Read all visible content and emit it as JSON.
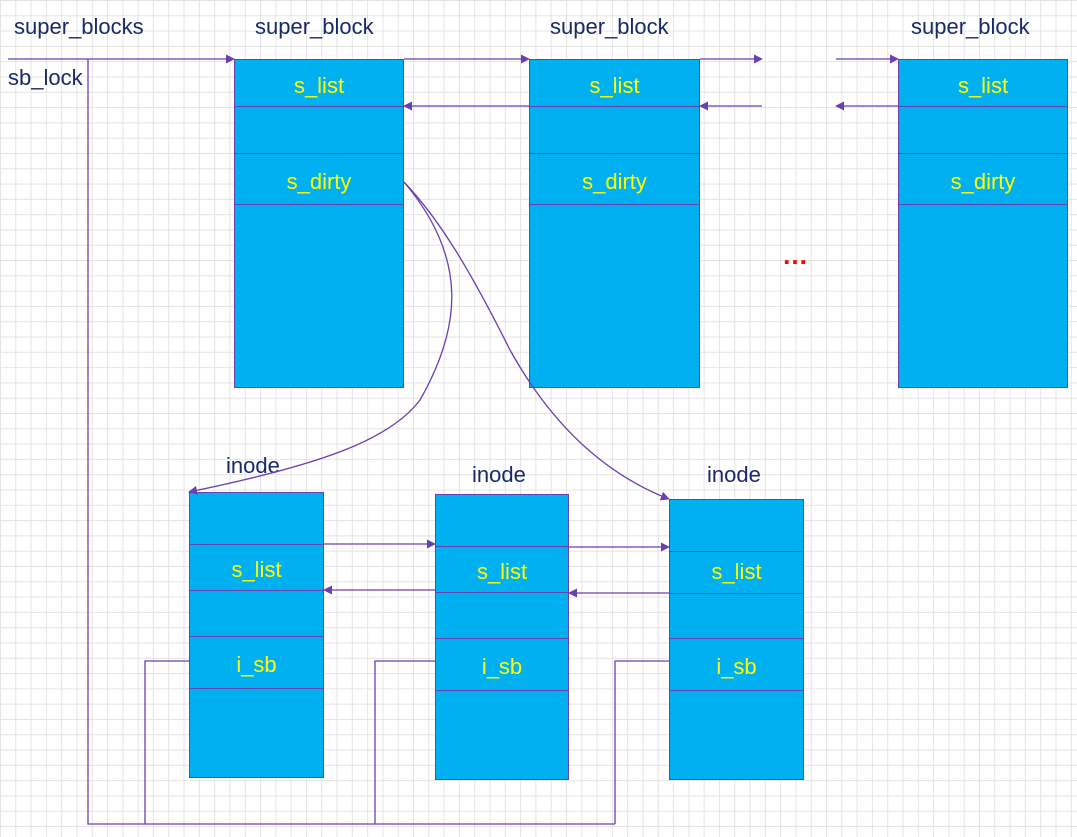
{
  "labels": {
    "super_blocks": "super_blocks",
    "sb_lock": "sb_lock",
    "super_block": "super_block",
    "inode": "inode",
    "ellipsis": "…"
  },
  "super_block_fields": {
    "s_list": "s_list",
    "s_dirty": "s_dirty"
  },
  "inode_fields": {
    "s_list": "s_list",
    "i_sb": "i_sb"
  },
  "colors": {
    "box_fill": "#00b0f0",
    "field_text": "#ffff00",
    "line": "#6a3fb0",
    "label_text": "#1a2a66",
    "ellipsis": "#ff0000"
  }
}
